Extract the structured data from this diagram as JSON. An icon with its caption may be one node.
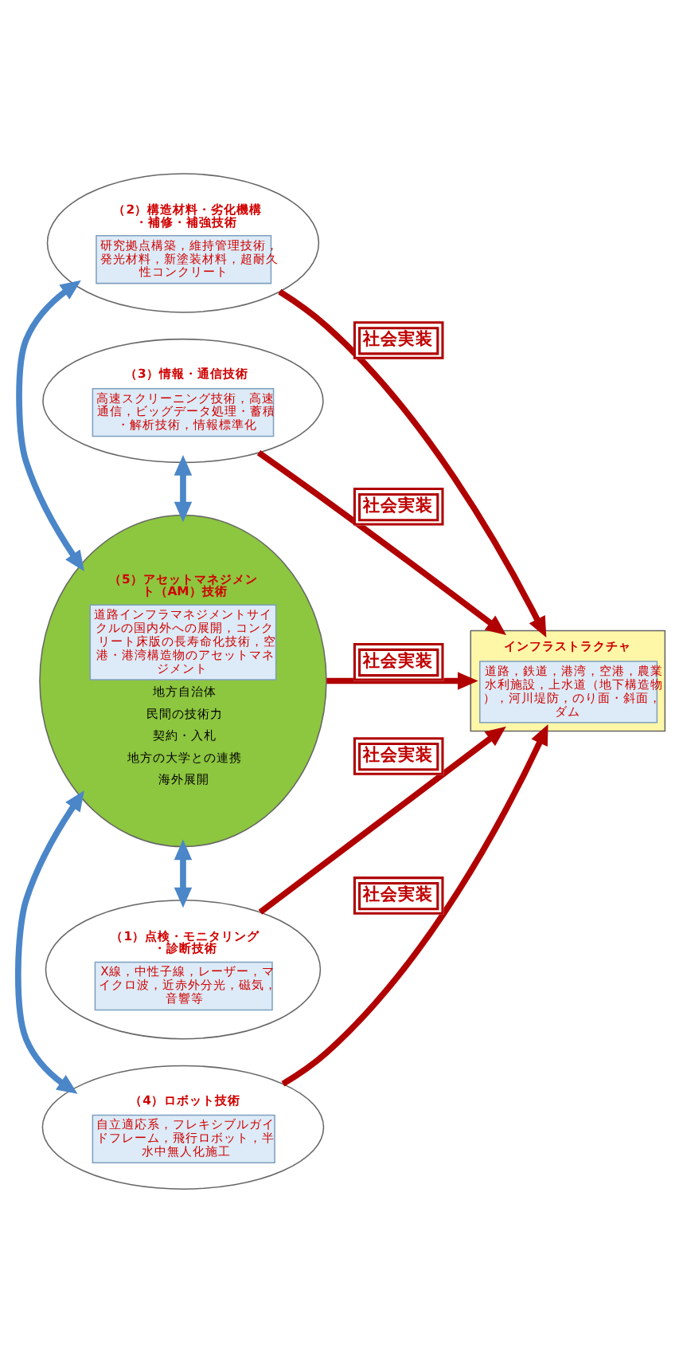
{
  "diagram": {
    "nodes": [
      {
        "text": [
          "（1）点検・モニタリング・診断技術",
          "X線，中性子線，レーザー，マイクロ波，近赤外分光，磁気，音響等"
        ]
      },
      {
        "text": [
          "（2）構造材料・劣化機構・補修・補強技術",
          "研究拠点構築，維持管理技術，発光材料，新塗装材料，超耐久性コンクリート"
        ]
      },
      {
        "text": [
          "（3）情報・通信技術",
          "高速スクリーニング技術，高速通信，ビッグデータ処理・蓄積・解析技術，情報標準化"
        ]
      },
      {
        "text": [
          "（4）ロボット技術",
          "自立適応系，フレキシブルガイドフレーム，飛行ロボット，半水中無人化施工"
        ]
      },
      {
        "text": [
          "（5）アセットマネジメント（AM）技術",
          "道路インフラマネジメントサイクルの国内外への展開，コンクリート床版の長寿命化技術，空港・港湾構造物のアセットマネジメント",
          "地方自治体",
          "民間の技術力",
          "契約・入札",
          "地方の大学との連携",
          "海外展開"
        ]
      },
      {
        "text": [
          "インフラストラクチャ",
          "道路，鉄道，港湾，空港，農業水利施設，上水道（地下構造物），河川堤防，のり面・斜面，ダム"
        ]
      }
    ],
    "edges": [
      {
        "from": 4,
        "to": 0,
        "arrow": "both",
        "color": "#4a86c8"
      },
      {
        "from": 4,
        "to": 1,
        "arrow": "both",
        "color": "#4a86c8"
      },
      {
        "from": 4,
        "to": 2,
        "arrow": "both",
        "color": "#4a86c8"
      },
      {
        "from": 4,
        "to": 3,
        "arrow": "both",
        "color": "#4a86c8"
      },
      {
        "from": 1,
        "to": 5,
        "arrow": "to",
        "label": "社会実装"
      },
      {
        "from": 2,
        "to": 5,
        "arrow": "to",
        "label": "社会実装"
      },
      {
        "from": 4,
        "to": 5,
        "arrow": "to",
        "label": "社会実装"
      },
      {
        "from": 0,
        "to": 5,
        "arrow": "to",
        "label": "社会実装"
      },
      {
        "from": 3,
        "to": 5,
        "arrow": "to",
        "label": "社会実装"
      }
    ]
  }
}
